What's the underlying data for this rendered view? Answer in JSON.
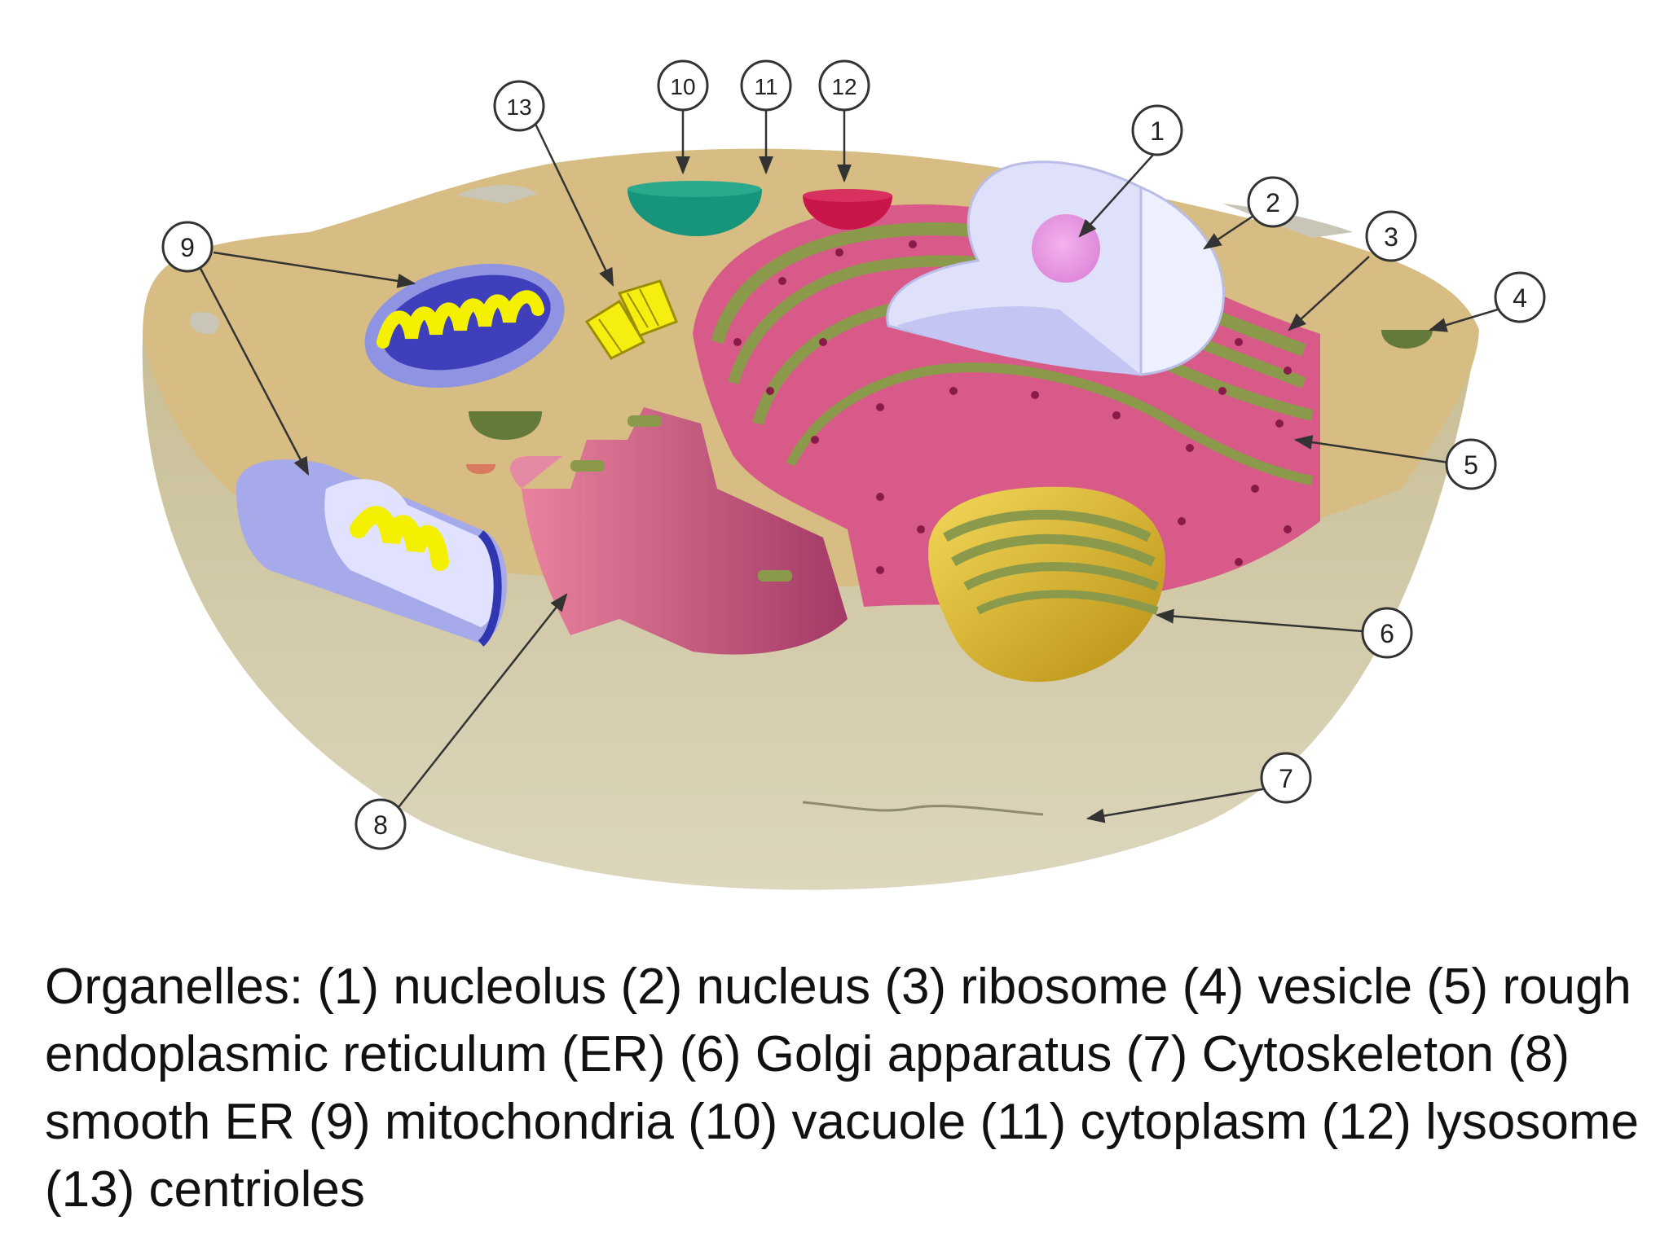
{
  "colors": {
    "cytoplasm_top": "#d7bd83",
    "cell_body": "#c9c09a",
    "nucleus": "#d9dbf8",
    "nucleolus": "#ee9ee8",
    "rough_er": "#d85a88",
    "er_lumen": "#8a9a4a",
    "ribosome": "#8a1a4a",
    "golgi": "#e2c22a",
    "mitochondria_membrane": "#8f94e2",
    "mitochondria_inner": "#f4f000",
    "vacuole": "#16957a",
    "lysosome": "#c8164a",
    "vesicle": "#647a3a",
    "centrioles": "#f5ee10",
    "label_stroke": "#333333"
  },
  "markers": [
    {
      "id": "1",
      "label": "1",
      "name": "nucleolus"
    },
    {
      "id": "2",
      "label": "2",
      "name": "nucleus"
    },
    {
      "id": "3",
      "label": "3",
      "name": "ribosome"
    },
    {
      "id": "4",
      "label": "4",
      "name": "vesicle"
    },
    {
      "id": "5",
      "label": "5",
      "name": "rough endoplasmic reticulum (ER)"
    },
    {
      "id": "6",
      "label": "6",
      "name": "Golgi apparatus"
    },
    {
      "id": "7",
      "label": "7",
      "name": "Cytoskeleton"
    },
    {
      "id": "8",
      "label": "8",
      "name": "smooth ER"
    },
    {
      "id": "9",
      "label": "9",
      "name": "mitochondria"
    },
    {
      "id": "10",
      "label": "10",
      "name": "vacuole"
    },
    {
      "id": "11",
      "label": "11",
      "name": "cytoplasm"
    },
    {
      "id": "12",
      "label": "12",
      "name": "lysosome"
    },
    {
      "id": "13",
      "label": "13",
      "name": "centrioles"
    }
  ],
  "caption": "Organelles: (1) nucleolus (2) nucleus (3) ribosome (4) vesicle (5) rough endoplasmic reticulum (ER) (6) Golgi apparatus (7) Cytoskeleton (8) smooth ER (9) mitochondria (10) vacuole (11) cytoplasm (12) lysosome (13) centrioles"
}
